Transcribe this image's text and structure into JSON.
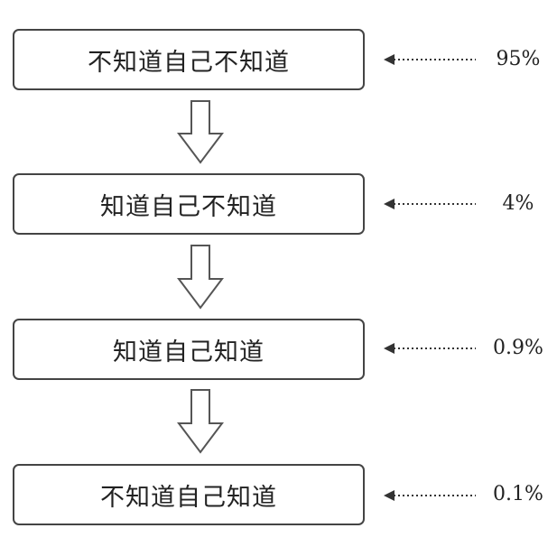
{
  "levels": [
    {
      "label": "不知道自己不知道",
      "percent": "95%"
    },
    {
      "label": "知道自己不知道",
      "percent": "4%"
    },
    {
      "label": "知道自己知道",
      "percent": "0.9%"
    },
    {
      "label": "不知道自己知道",
      "percent": "0.1%"
    }
  ],
  "colors": {
    "border": "#444444",
    "text": "#222222",
    "background": "#ffffff"
  }
}
